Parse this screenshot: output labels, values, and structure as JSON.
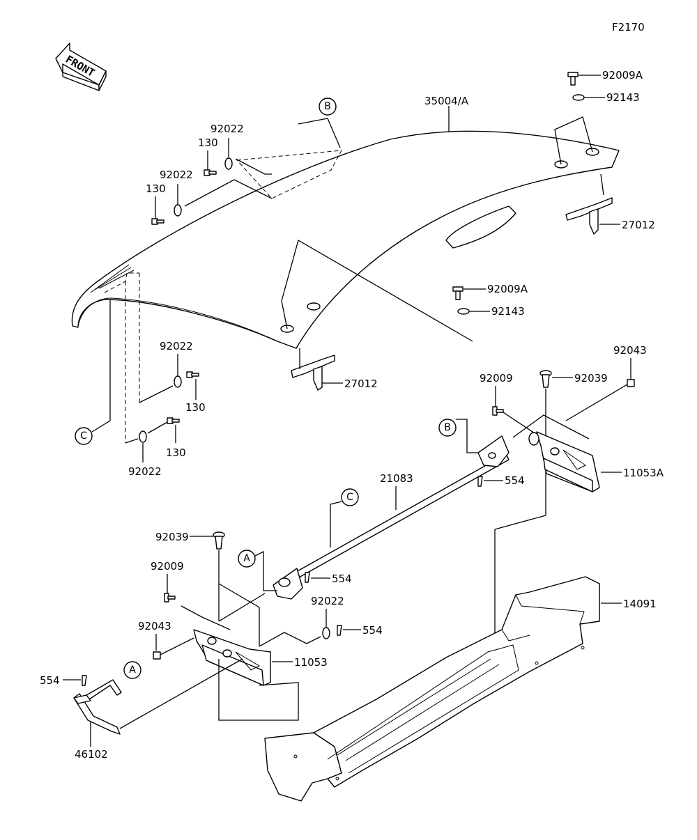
{
  "figure_code": "F2170",
  "front_label": "FRONT",
  "callouts": {
    "A": "A",
    "B": "B",
    "C": "C"
  },
  "parts": {
    "p35004A": "35004/A",
    "p92009A": "92009A",
    "p92143": "92143",
    "p27012": "27012",
    "p92022": "92022",
    "p130": "130",
    "p92043": "92043",
    "p92039": "92039",
    "p92009": "92009",
    "p11053A": "11053A",
    "p11053": "11053",
    "p21083": "21083",
    "p554": "554",
    "p14091": "14091",
    "p46102": "46102"
  }
}
